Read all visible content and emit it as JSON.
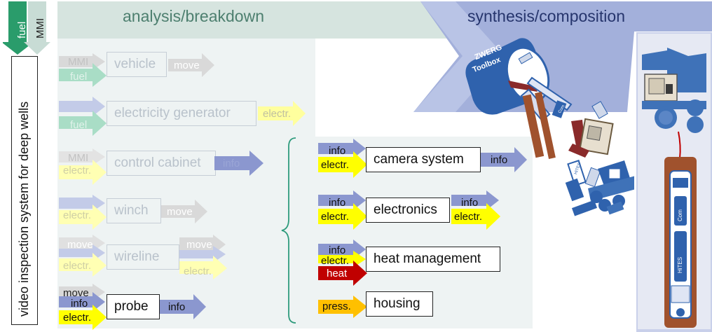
{
  "headers": {
    "analysis": "analysis/breakdown",
    "synthesis": "synthesis/composition"
  },
  "side_title": "video inspection system for deep wells",
  "top_arrow": {
    "fuel": "fuel",
    "mmi": "MMI"
  },
  "left_rows": {
    "vehicle": {
      "in1": "MMI",
      "in2": "fuel",
      "box": "vehicle",
      "out1": "move"
    },
    "generator": {
      "in1": "fuel",
      "box": "electricity generator",
      "out1": "electr."
    },
    "cabinet": {
      "in1": "MMI",
      "in2": "electr.",
      "box": "control cabinet",
      "out1": "info"
    },
    "winch": {
      "in2": "electr.",
      "box": "winch",
      "out1": "move"
    },
    "wireline": {
      "in1": "move",
      "in2": "electr.",
      "box": "wireline",
      "out1": "move",
      "out2": "electr."
    },
    "probe": {
      "in0": "move",
      "in1": "info",
      "in2": "electr.",
      "box": "probe",
      "out1": "info"
    }
  },
  "right_rows": {
    "camera": {
      "in1": "info",
      "in2": "electr.",
      "box": "camera system",
      "out1": "info"
    },
    "electronics": {
      "in1": "info",
      "in2": "electr.",
      "box": "electronics",
      "out1": "info",
      "out2": "electr."
    },
    "heat": {
      "in1": "info",
      "in2": "electr.",
      "in3": "heat",
      "box": "heat management"
    },
    "housing": {
      "in1": "press.",
      "box": "housing"
    }
  },
  "toolbox": {
    "line1": "ZWERG",
    "line2": "Toolbox"
  },
  "modules": {
    "com": "Com",
    "hites": "HiTES"
  },
  "colors": {
    "info": "#8b97cf",
    "electr": "#ffff00",
    "fuel": "#5fbf8f",
    "heat": "#c00000",
    "press": "#ffc000",
    "gray": "#bdbdbd",
    "analysis_band": "#d6e4df",
    "synthesis_band": "#a3b0db",
    "truck": "#3f72b8"
  }
}
